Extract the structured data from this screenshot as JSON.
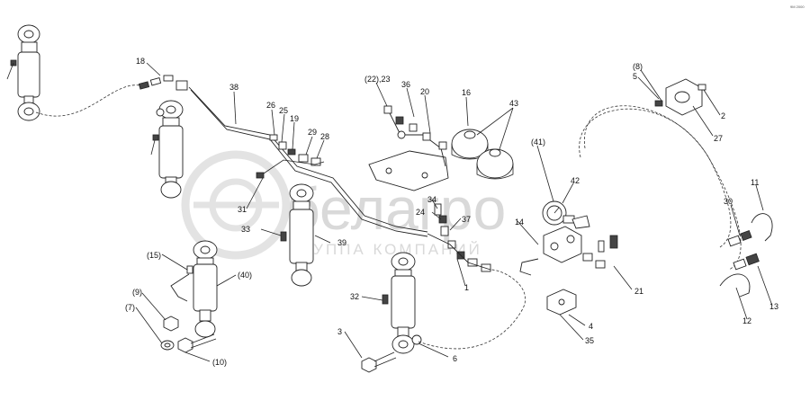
{
  "watermark": {
    "brand": "белагро",
    "subtitle": "ГРУППА КОМПАНИЙ"
  },
  "corner_code": "9M 2000",
  "callouts": [
    {
      "id": "c18",
      "text": "18"
    },
    {
      "id": "c38",
      "text": "38"
    },
    {
      "id": "c26",
      "text": "26"
    },
    {
      "id": "c25",
      "text": "25"
    },
    {
      "id": "c19",
      "text": "19"
    },
    {
      "id": "c29",
      "text": "29"
    },
    {
      "id": "c28",
      "text": "28"
    },
    {
      "id": "c2223",
      "text": "(22),23"
    },
    {
      "id": "c36",
      "text": "36"
    },
    {
      "id": "c20",
      "text": "20"
    },
    {
      "id": "c16",
      "text": "16"
    },
    {
      "id": "c43",
      "text": "43"
    },
    {
      "id": "c41",
      "text": "(41)"
    },
    {
      "id": "c42",
      "text": "42"
    },
    {
      "id": "c8",
      "text": "(8)"
    },
    {
      "id": "c5",
      "text": "5"
    },
    {
      "id": "c2",
      "text": "2"
    },
    {
      "id": "c27",
      "text": "27"
    },
    {
      "id": "c31",
      "text": "31"
    },
    {
      "id": "c34",
      "text": "34"
    },
    {
      "id": "c24",
      "text": "24"
    },
    {
      "id": "c37",
      "text": "37"
    },
    {
      "id": "c33",
      "text": "33"
    },
    {
      "id": "c39",
      "text": "39"
    },
    {
      "id": "c14",
      "text": "14"
    },
    {
      "id": "c15",
      "text": "(15)"
    },
    {
      "id": "c40",
      "text": "(40)"
    },
    {
      "id": "c9",
      "text": "(9)"
    },
    {
      "id": "c7",
      "text": "(7)"
    },
    {
      "id": "c10",
      "text": "(10)"
    },
    {
      "id": "c1",
      "text": "1"
    },
    {
      "id": "c32",
      "text": "32"
    },
    {
      "id": "c3",
      "text": "3"
    },
    {
      "id": "c6",
      "text": "6"
    },
    {
      "id": "c4",
      "text": "4"
    },
    {
      "id": "c35",
      "text": "35"
    },
    {
      "id": "c21",
      "text": "21"
    },
    {
      "id": "c30",
      "text": "30"
    },
    {
      "id": "c11",
      "text": "11"
    },
    {
      "id": "c13",
      "text": "13"
    },
    {
      "id": "c12",
      "text": "12"
    }
  ]
}
